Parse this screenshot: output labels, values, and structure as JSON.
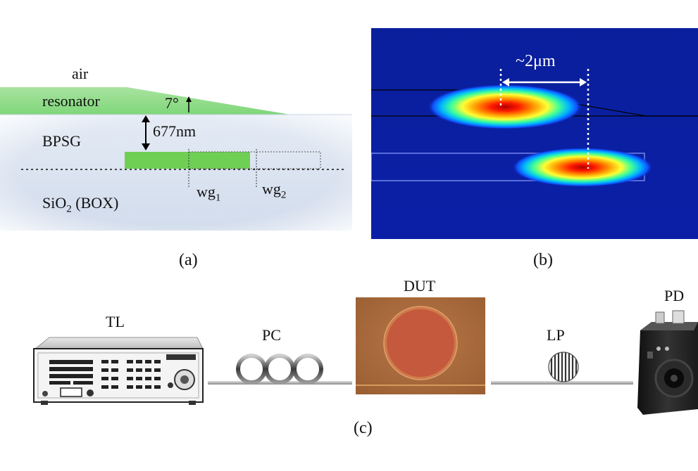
{
  "panel_a": {
    "air": "air",
    "resonator": "resonator",
    "angle": "7°",
    "bpsg": "BPSG",
    "thickness": "677nm",
    "wg1": "wg",
    "wg1_sub": "1",
    "wg2": "wg",
    "wg2_sub": "2",
    "box_pre": "SiO",
    "box_sub": "2",
    "box_post": " (BOX)",
    "caption": "(a)"
  },
  "panel_b": {
    "offset": "~2μm",
    "caption": "(b)"
  },
  "panel_c": {
    "tl": "TL",
    "pc": "PC",
    "dut": "DUT",
    "lp": "LP",
    "pd": "PD",
    "caption": "(c)"
  },
  "colors": {
    "resonator_green": "#7fd67a",
    "waveguide_green": "#6fcf55",
    "bpsg_blue": "#dde6f3",
    "sim_background": "#0a1fa0",
    "dut_brown": "#a9683a",
    "dut_disk": "#c4593d"
  }
}
